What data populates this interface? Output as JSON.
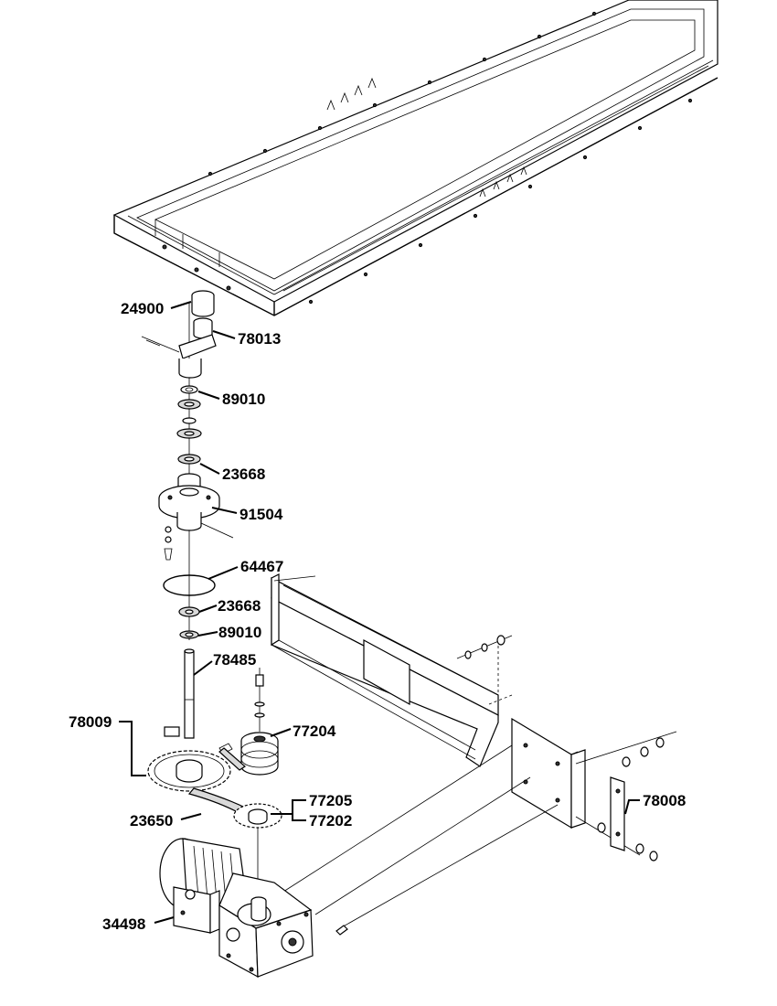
{
  "callouts": {
    "c24900": "24900",
    "c78013": "78013",
    "c89010_top": "89010",
    "c23668_top": "23668",
    "c91504": "91504",
    "c64467": "64467",
    "c23668_bottom": "23668",
    "c89010_bottom": "89010",
    "c78485": "78485",
    "c78009": "78009",
    "c77204": "77204",
    "c77205": "77205",
    "c77202": "77202",
    "c23650": "23650",
    "c78008": "78008",
    "c34498": "34498"
  }
}
